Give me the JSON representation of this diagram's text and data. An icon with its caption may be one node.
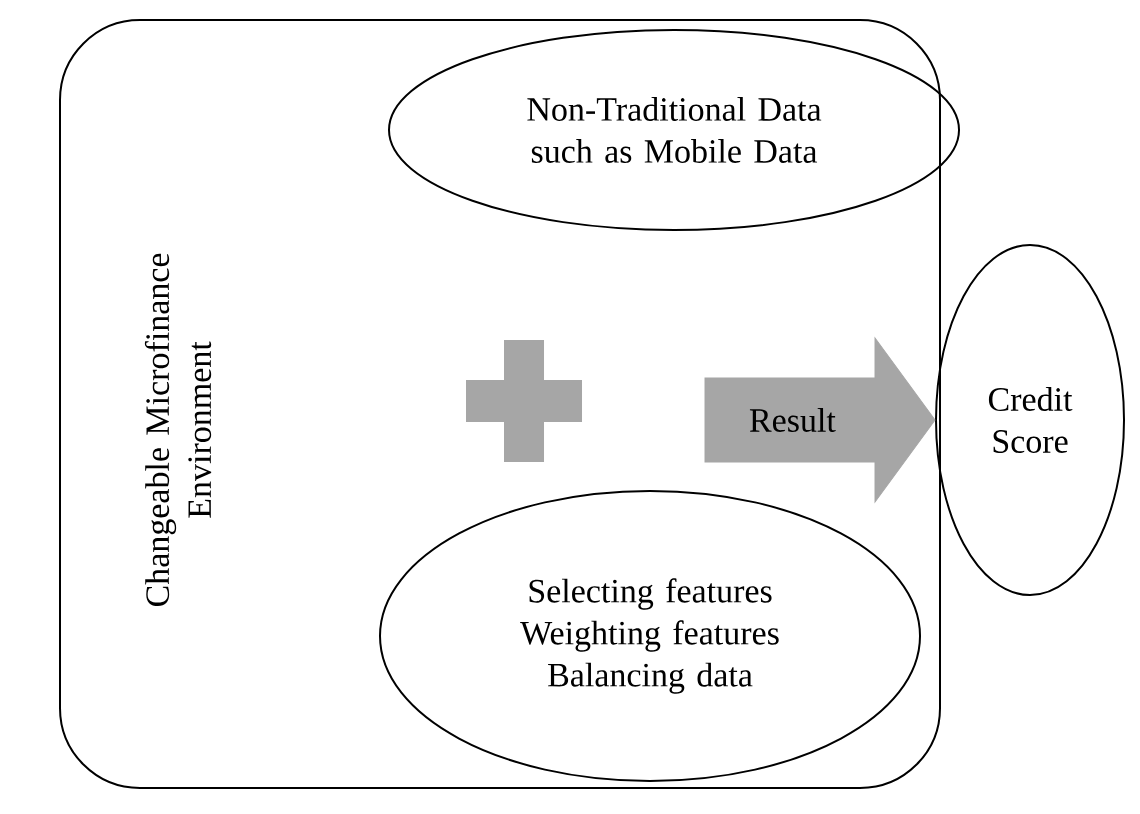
{
  "diagram": {
    "nodes": [
      {
        "text": [
          "Changeable Microfinance Environment"
        ]
      },
      {
        "text": [
          "Non-Traditional Data such as Mobile Data"
        ],
        "in": 0
      },
      {
        "text": [
          "Selecting features",
          "Weighting features",
          "Balancing data"
        ],
        "in": 0
      },
      {
        "text": [
          "Credit Score"
        ]
      }
    ],
    "edges": [
      {
        "from": 0,
        "to": 3,
        "arrow": "to",
        "label": "Result",
        "style": "thick",
        "color": "#a6a6a6"
      }
    ]
  }
}
